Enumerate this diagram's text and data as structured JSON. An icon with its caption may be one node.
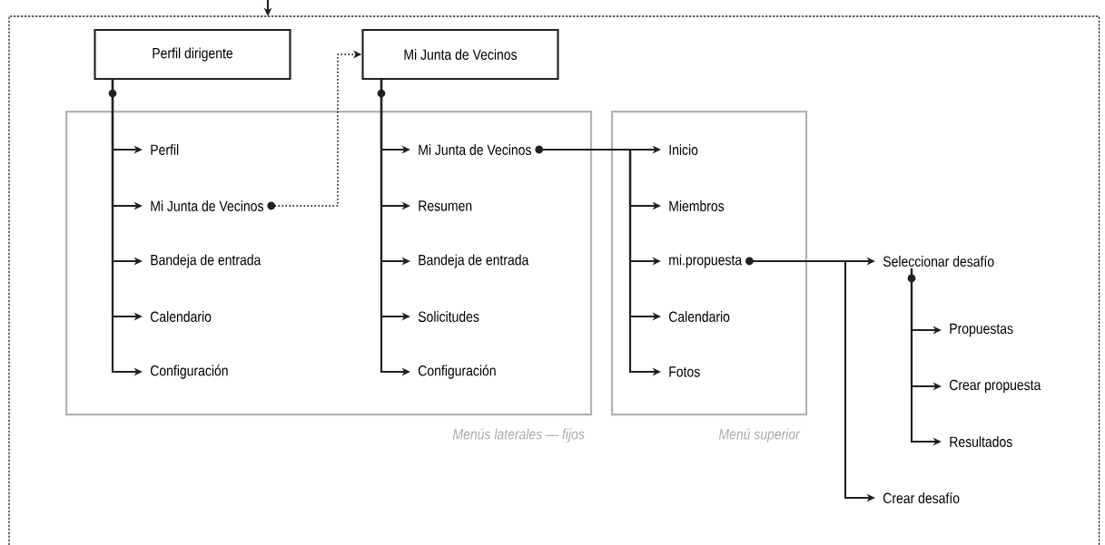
{
  "diagram": {
    "nodes": [
      {
        "text": [],
        "shape": "box"
      },
      {
        "text": [
          "Perfil dirigente"
        ],
        "in": 0
      },
      {
        "text": [
          "Mi Junta de Vecinos"
        ],
        "in": 0
      },
      {
        "text": [
          "Menús laterales — fijos"
        ],
        "in": 0
      },
      {
        "text": [
          "Menú superior"
        ],
        "in": 0
      },
      {
        "text": [
          "Perfil"
        ],
        "in": 3
      },
      {
        "text": [
          "Mi Junta de Vecinos"
        ],
        "in": 3
      },
      {
        "text": [
          "Bandeja de entrada"
        ],
        "in": 3
      },
      {
        "text": [
          "Calendario"
        ],
        "in": 3
      },
      {
        "text": [
          "Configuración"
        ],
        "in": 3
      },
      {
        "text": [
          "Mi Junta de Vecinos"
        ],
        "in": 3
      },
      {
        "text": [
          "Resumen"
        ],
        "in": 3
      },
      {
        "text": [
          "Bandeja de entrada"
        ],
        "in": 3
      },
      {
        "text": [
          "Solicitudes"
        ],
        "in": 3
      },
      {
        "text": [
          "Configuración"
        ],
        "in": 3
      },
      {
        "text": [
          "Inicio"
        ],
        "in": 4
      },
      {
        "text": [
          "Miembros"
        ],
        "in": 4
      },
      {
        "text": [
          "mi.propuesta"
        ],
        "in": 4
      },
      {
        "text": [
          "Calendario"
        ],
        "in": 4
      },
      {
        "text": [
          "Fotos"
        ],
        "in": 4
      },
      {
        "text": [
          "Seleccionar desafío"
        ],
        "in": 0
      },
      {
        "text": [
          "Propuestas"
        ],
        "in": 0
      },
      {
        "text": [
          "Crear propuesta"
        ],
        "in": 0
      },
      {
        "text": [
          "Resultados"
        ],
        "in": 0
      },
      {
        "text": [
          "Crear desafío"
        ],
        "in": 0
      }
    ],
    "edges": [
      {
        "from": null,
        "to": 0,
        "arrow": "to"
      },
      {
        "from": 1,
        "to": 5,
        "arrow": "to"
      },
      {
        "from": 1,
        "to": 6,
        "arrow": "to"
      },
      {
        "from": 1,
        "to": 7,
        "arrow": "to"
      },
      {
        "from": 1,
        "to": 8,
        "arrow": "to"
      },
      {
        "from": 1,
        "to": 9,
        "arrow": "to"
      },
      {
        "from": 6,
        "to": 2,
        "arrow": "to",
        "style": "dashed"
      },
      {
        "from": 2,
        "to": 10,
        "arrow": "to"
      },
      {
        "from": 2,
        "to": 11,
        "arrow": "to"
      },
      {
        "from": 2,
        "to": 12,
        "arrow": "to"
      },
      {
        "from": 2,
        "to": 13,
        "arrow": "to"
      },
      {
        "from": 2,
        "to": 14,
        "arrow": "to"
      },
      {
        "from": 10,
        "to": 15,
        "arrow": "to"
      },
      {
        "from": 10,
        "to": 16,
        "arrow": "to"
      },
      {
        "from": 10,
        "to": 17,
        "arrow": "to"
      },
      {
        "from": 10,
        "to": 18,
        "arrow": "to"
      },
      {
        "from": 10,
        "to": 19,
        "arrow": "to"
      },
      {
        "from": 17,
        "to": 20,
        "arrow": "to"
      },
      {
        "from": 17,
        "to": 24,
        "arrow": "to"
      },
      {
        "from": 20,
        "to": 21,
        "arrow": "to"
      },
      {
        "from": 20,
        "to": 22,
        "arrow": "to"
      },
      {
        "from": 20,
        "to": 23,
        "arrow": "to"
      }
    ]
  }
}
